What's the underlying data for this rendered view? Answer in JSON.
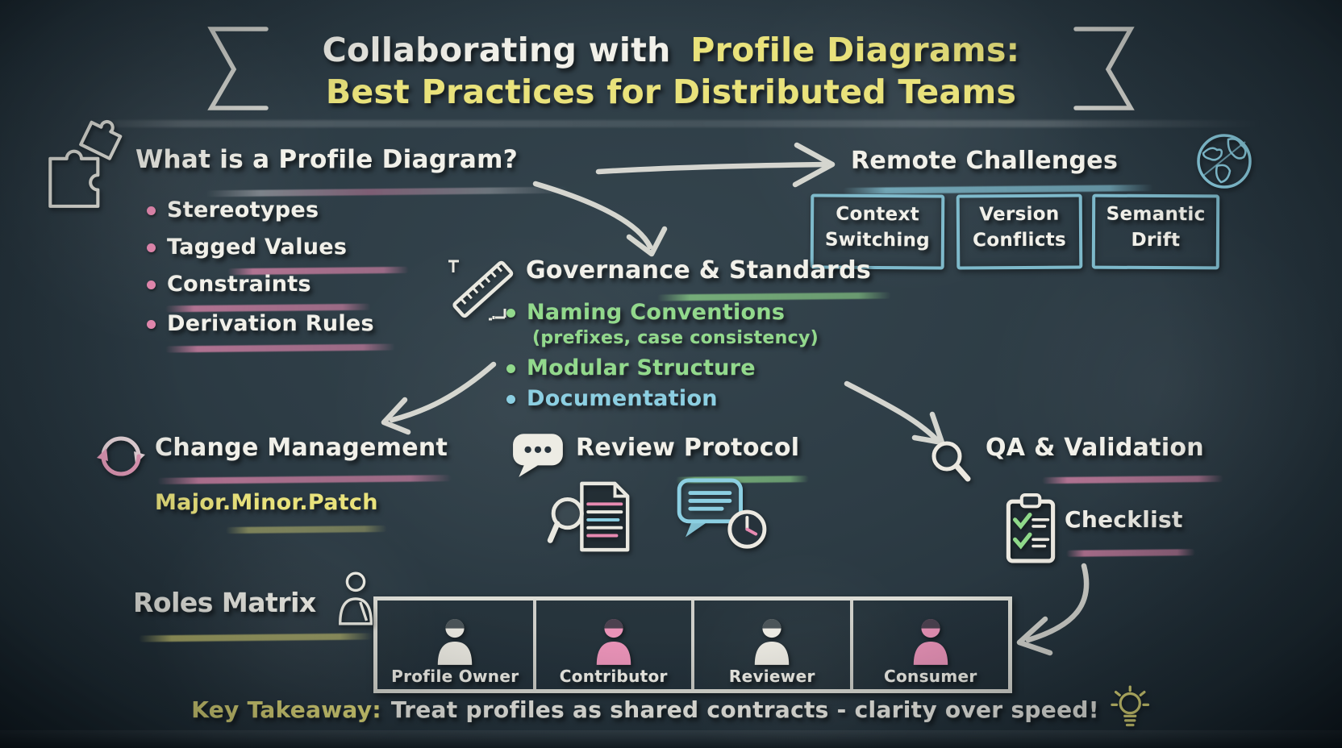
{
  "colors": {
    "background": "#2d3c45",
    "chalk_white": "#f1f0e9",
    "chalk_yellow": "#e9e27b",
    "chalk_pink": "#e78ab1",
    "chalk_green": "#92d98c",
    "chalk_cyan": "#8ccfe2"
  },
  "title": {
    "part1": "Collaborating with",
    "part2": "Profile Diagrams:",
    "line2": "Best Practices for Distributed Teams"
  },
  "what_is": {
    "icon": "puzzle-icon",
    "heading": "What is a Profile Diagram?",
    "items": [
      "Stereotypes",
      "Tagged Values",
      "Constraints",
      "Derivation Rules"
    ]
  },
  "remote": {
    "icon": "globe-icon",
    "heading": "Remote Challenges",
    "boxes": [
      {
        "line1": "Context",
        "line2": "Switching"
      },
      {
        "line1": "Version",
        "line2": "Conflicts"
      },
      {
        "line1": "Semantic",
        "line2": "Drift"
      }
    ]
  },
  "governance": {
    "icon": "ruler-icon",
    "heading": "Governance & Standards",
    "items": [
      {
        "label": "Naming Conventions",
        "sub": "(prefixes, case consistency)"
      },
      {
        "label": "Modular Structure"
      },
      {
        "label": "Documentation"
      }
    ]
  },
  "change": {
    "icon": "sync-icon",
    "heading": "Change Management",
    "versioning": "Major.Minor.Patch"
  },
  "review": {
    "icon": "speech-bubble-icon",
    "heading": "Review Protocol",
    "detail_icons": [
      "magnifier-document-icon",
      "chat-clock-icon"
    ]
  },
  "qa": {
    "icon": "search-icon",
    "heading": "QA & Validation",
    "checklist_icon": "clipboard-icon",
    "checklist": "Checklist"
  },
  "roles": {
    "icon": "person-outline-icon",
    "heading": "Roles Matrix",
    "entries": [
      {
        "label": "Profile Owner",
        "tint": "white"
      },
      {
        "label": "Contributor",
        "tint": "pink"
      },
      {
        "label": "Reviewer",
        "tint": "white"
      },
      {
        "label": "Consumer",
        "tint": "pink"
      }
    ]
  },
  "takeaway": {
    "label": "Key Takeaway:",
    "text": "Treat profiles as shared contracts - clarity over speed!",
    "icon": "lightbulb-icon"
  }
}
